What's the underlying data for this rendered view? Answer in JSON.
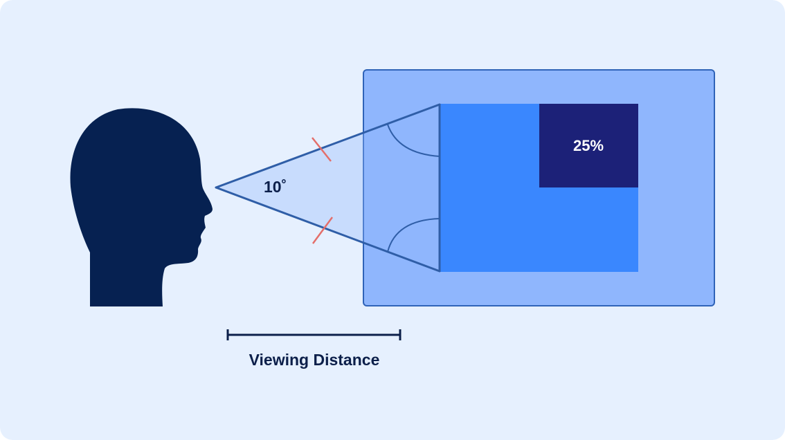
{
  "diagram": {
    "angle_label": "10˚",
    "percentage_label": "25%",
    "distance_label": "Viewing Distance"
  },
  "colors": {
    "background": "#E6F0FE",
    "screen_fill": "#8FB6FD",
    "screen_border": "#2F63B8",
    "content_fill": "#3A87FE",
    "highlight_fill": "#1C2178",
    "head": "#062151",
    "cone_line": "#2F5EA7",
    "tick_mark": "#E46E6A",
    "text_dark": "#0C1F4A",
    "text_light": "#FFFFFF"
  },
  "icons": {
    "head": "human-head-silhouette-icon"
  }
}
